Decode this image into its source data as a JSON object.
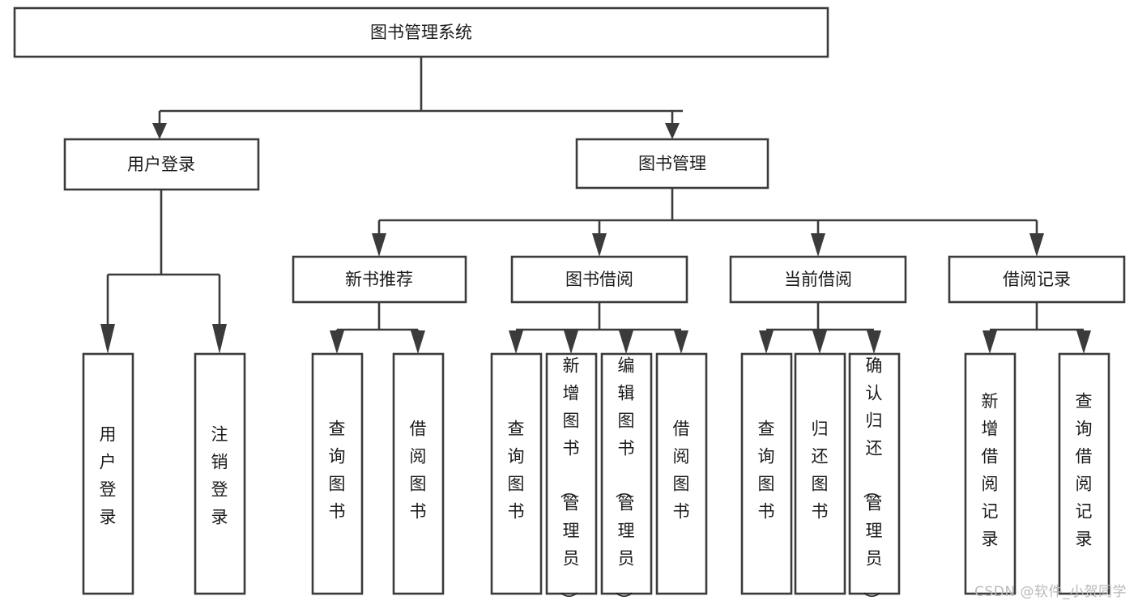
{
  "diagram": {
    "type": "tree",
    "title": "图书管理系统",
    "orientation": "top-down",
    "colors": {
      "stroke": "#3b3b3b",
      "fill": "#ffffff",
      "text": "#1b1b1b",
      "watermark": "#b9b9b9",
      "background": "#ffffff"
    },
    "root": {
      "label": "图书管理系统"
    },
    "level2": [
      {
        "label": "用户登录"
      },
      {
        "label": "图书管理"
      }
    ],
    "level3": [
      {
        "label": "新书推荐",
        "parent": "图书管理"
      },
      {
        "label": "图书借阅",
        "parent": "图书管理"
      },
      {
        "label": "当前借阅",
        "parent": "图书管理"
      },
      {
        "label": "借阅记录",
        "parent": "图书管理"
      }
    ],
    "leaves": {
      "user_login": [
        {
          "label": "用户登录"
        },
        {
          "label": "注销登录"
        }
      ],
      "new_book_recommend": [
        {
          "label": "查询图书"
        },
        {
          "label": "借阅图书"
        }
      ],
      "book_borrow": [
        {
          "label": "查询图书"
        },
        {
          "label": "新增图书（管理员）"
        },
        {
          "label": "编辑图书（管理员）"
        },
        {
          "label": "借阅图书"
        }
      ],
      "current_borrow": [
        {
          "label": "查询图书"
        },
        {
          "label": "归还图书"
        },
        {
          "label": "确认归还（管理员）"
        }
      ],
      "borrow_record": [
        {
          "label": "新增借阅记录"
        },
        {
          "label": "查询借阅记录"
        }
      ]
    }
  },
  "watermark": {
    "text": "CSDN @软件_小贺同学"
  }
}
